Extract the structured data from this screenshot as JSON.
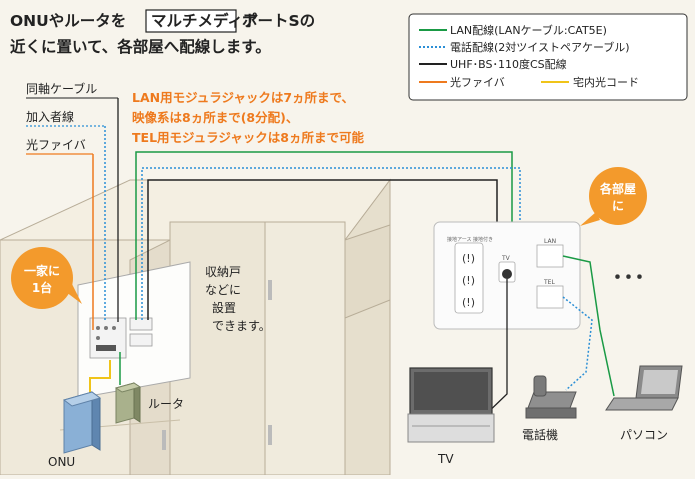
{
  "header": {
    "line1_prefix": "ONUやルータを",
    "line1_boxed": "マルチメディア",
    "line1_suffix": "ポートSの",
    "line2": "近くに置いて、各部屋へ配線します。"
  },
  "legend": [
    {
      "label": "LAN配線(LANケーブル:CAT5E)",
      "color": "#1a9a45",
      "style": "solid"
    },
    {
      "label": "電話配線(2対ツイストペアケーブル)",
      "color": "#2b8fd6",
      "style": "dotted"
    },
    {
      "label": "UHF･BS･110度CS配線",
      "color": "#222222",
      "style": "solid"
    },
    {
      "label": "光ファイバ",
      "color": "#ee7a1e",
      "style": "solid"
    },
    {
      "label": "宅内光コード",
      "color": "#f0c419",
      "style": "solid"
    }
  ],
  "incoming": {
    "coax": "同軸ケーブル",
    "subscriber": "加入者線",
    "fiber": "光ファイバ"
  },
  "note": {
    "line1": "LAN用モジュラジャックは7ヵ所まで、",
    "line2": "映像系は8ヵ所まで(8分配)、",
    "line3": "TEL用モジュラジャックは8ヵ所まで可能"
  },
  "badges": {
    "home_line1": "一家に",
    "home_line2": "1台",
    "room_line1": "各部屋",
    "room_line2": "に"
  },
  "storage": {
    "line1": "収納戸",
    "line2": "などに",
    "line3": "設置",
    "line4": "できます。"
  },
  "devices": {
    "onu": "ONU",
    "router": "ルータ",
    "tv": "TV",
    "phone": "電話機",
    "pc": "パソコン",
    "dots": "･･･"
  },
  "outlet": {
    "tv_label": "TV",
    "lan_label": "LAN",
    "tel_label": "TEL",
    "top_label": "接地アース 接地付き"
  },
  "colors": {
    "lan": "#1a9a45",
    "tel": "#2b8fd6",
    "coax": "#222222",
    "fiber": "#ee7a1e",
    "indoor_fiber": "#f0c419",
    "badge": "#f39a2c"
  }
}
